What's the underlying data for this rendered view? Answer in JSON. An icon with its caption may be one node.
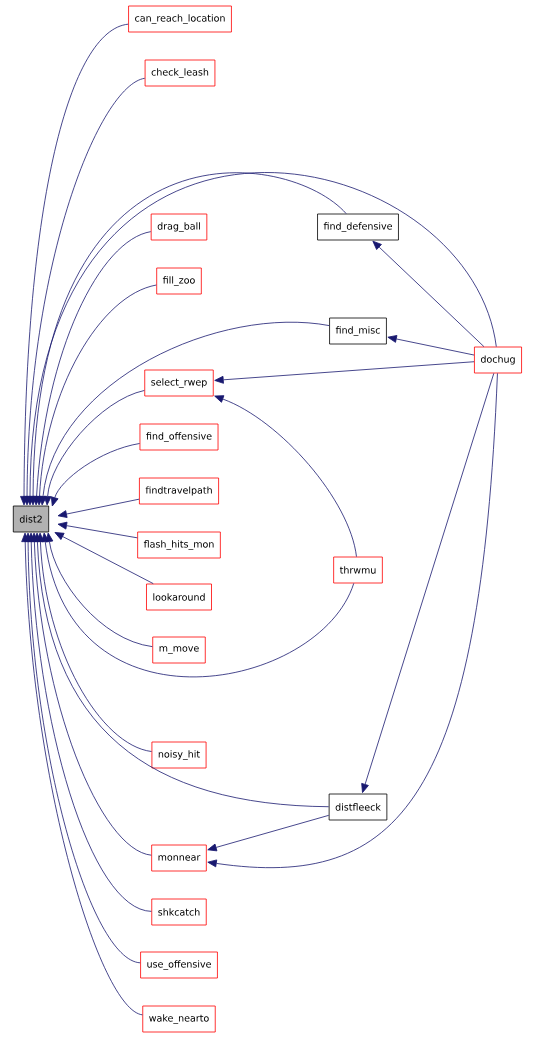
{
  "diagram": {
    "nodes": [
      {
        "text": [
          "dist2"
        ]
      },
      {
        "text": [
          "can_reach_location"
        ]
      },
      {
        "text": [
          "check_leash"
        ]
      },
      {
        "text": [
          "drag_ball"
        ]
      },
      {
        "text": [
          "fill_zoo"
        ]
      },
      {
        "text": [
          "select_rwep"
        ]
      },
      {
        "text": [
          "find_offensive"
        ]
      },
      {
        "text": [
          "findtravelpath"
        ]
      },
      {
        "text": [
          "flash_hits_mon"
        ]
      },
      {
        "text": [
          "lookaround"
        ]
      },
      {
        "text": [
          "m_move"
        ]
      },
      {
        "text": [
          "noisy_hit"
        ]
      },
      {
        "text": [
          "monnear"
        ]
      },
      {
        "text": [
          "shkcatch"
        ]
      },
      {
        "text": [
          "use_offensive"
        ]
      },
      {
        "text": [
          "wake_nearto"
        ]
      },
      {
        "text": [
          "find_defensive"
        ]
      },
      {
        "text": [
          "find_misc"
        ]
      },
      {
        "text": [
          "thrwmu"
        ]
      },
      {
        "text": [
          "distfleeck"
        ]
      },
      {
        "text": [
          "dochug"
        ]
      }
    ],
    "edges": [
      {
        "from": 1,
        "to": 0,
        "arrow": "to"
      },
      {
        "from": 2,
        "to": 0,
        "arrow": "to"
      },
      {
        "from": 20,
        "to": 0,
        "arrow": "to"
      },
      {
        "from": 16,
        "to": 0,
        "arrow": "to"
      },
      {
        "from": 3,
        "to": 0,
        "arrow": "to"
      },
      {
        "from": 4,
        "to": 0,
        "arrow": "to"
      },
      {
        "from": 17,
        "to": 0,
        "arrow": "to"
      },
      {
        "from": 5,
        "to": 0,
        "arrow": "to"
      },
      {
        "from": 6,
        "to": 0,
        "arrow": "to"
      },
      {
        "from": 7,
        "to": 0,
        "arrow": "to"
      },
      {
        "from": 8,
        "to": 0,
        "arrow": "to"
      },
      {
        "from": 9,
        "to": 0,
        "arrow": "to"
      },
      {
        "from": 10,
        "to": 0,
        "arrow": "to"
      },
      {
        "from": 18,
        "to": 0,
        "arrow": "to"
      },
      {
        "from": 11,
        "to": 0,
        "arrow": "to"
      },
      {
        "from": 19,
        "to": 0,
        "arrow": "to"
      },
      {
        "from": 12,
        "to": 0,
        "arrow": "to"
      },
      {
        "from": 13,
        "to": 0,
        "arrow": "to"
      },
      {
        "from": 14,
        "to": 0,
        "arrow": "to"
      },
      {
        "from": 15,
        "to": 0,
        "arrow": "to"
      },
      {
        "from": 20,
        "to": 16,
        "arrow": "to"
      },
      {
        "from": 20,
        "to": 17,
        "arrow": "to"
      },
      {
        "from": 20,
        "to": 5,
        "arrow": "to"
      },
      {
        "from": 18,
        "to": 5,
        "arrow": "to"
      },
      {
        "from": 20,
        "to": 19,
        "arrow": "to"
      },
      {
        "from": 19,
        "to": 12,
        "arrow": "to"
      },
      {
        "from": 20,
        "to": 12,
        "arrow": "to"
      }
    ]
  }
}
